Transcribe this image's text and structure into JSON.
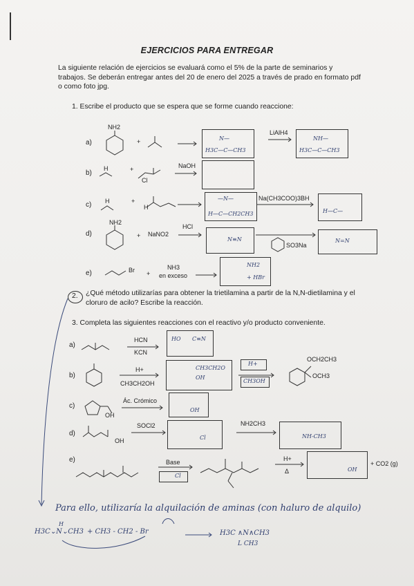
{
  "title": "EJERCICIOS PARA ENTREGAR",
  "intro": "La siguiente relación de ejercicios se evaluará como el 5% de la parte de seminarios y trabajos. Se deberán entregar antes del 20 de enero del 2025 a través de prado en formato pdf o como foto jpg.",
  "q1": "1.   Escribe el producto que se espera que se forme cuando reaccione:",
  "q2": "¿Qué método utilizarías para obtener la trietilamina a partir de la N,N-dietilamina y el cloruro de acilo? Escribe la reacción.",
  "q2_num": "2.",
  "q3": "3.   Completa las siguientes reacciones con el reactivo y/o producto conveniente.",
  "s1": {
    "a": {
      "label": "a)",
      "reagent1": "NH2",
      "plus": "+",
      "reagent2": "LiAlH4",
      "prod1": "H3C—C—CH3",
      "prod1_top": "N—",
      "prod2_top": "NH—",
      "prod2": "H3C—C—CH3"
    },
    "b": {
      "label": "b)",
      "amine": "H",
      "plus": "+",
      "reagent": "NaOH",
      "cl": "Cl"
    },
    "c": {
      "label": "c)",
      "amine": "H",
      "plus": "+",
      "h": "H",
      "reagent2": "Na(CH3COO)3BH",
      "prod1": "H—C—CH2CH3",
      "prod1_top": "—N—",
      "prod2": "H—C—"
    },
    "d": {
      "label": "d)",
      "reagent1": "NH2",
      "plus": "+",
      "reagent2": "NaNO2",
      "reagent3": "HCl",
      "prod1": "N≡N",
      "reagent4": "SO3Na",
      "prod2": "N=N"
    },
    "e": {
      "label": "e)",
      "reagent1": "Br",
      "plus": "+",
      "reagent2": "NH3",
      "reagent2b": "en exceso",
      "prod1a": "NH2",
      "prod1b": "+ HBr"
    }
  },
  "s3": {
    "a": {
      "label": "a)",
      "r1": "HCN",
      "r2": "KCN",
      "prod_a": "HO",
      "prod_b": "C≡N"
    },
    "b": {
      "label": "b)",
      "r1": "H+",
      "r2": "CH3CH2OH",
      "prod1": "CH3CH2O",
      "prod1b": "OH",
      "r3": "H+",
      "r4": "CH3OH",
      "prod2a": "OCH2CH3",
      "prod2b": "OCH3"
    },
    "c": {
      "label": "c)",
      "r1": "Ác. Crómico",
      "oh": "OH",
      "prod": "OH"
    },
    "d": {
      "label": "d)",
      "r1": "SOCl2",
      "oh": "OH",
      "prod": "Cl",
      "r2": "NH2CH3",
      "prod2": "NH-CH3"
    },
    "e": {
      "label": "e)",
      "r1": "Base",
      "r1b": "Cl",
      "r2": "H+",
      "r2b": "Δ",
      "prod": "OH",
      "co2": "+ CO2 (g)"
    }
  },
  "hand": {
    "line1": "Para ello, utilizaría la alquilación de aminas (con haluro de alquilo)",
    "eq_left": "H3C⌄N⌄CH3",
    "eq_h": "H",
    "eq_mid": "+ CH3 - CH2 - Br",
    "eq_arrow": "⟶",
    "eq_right": "H3C ∧N∧CH3",
    "eq_right2": "L CH3"
  }
}
